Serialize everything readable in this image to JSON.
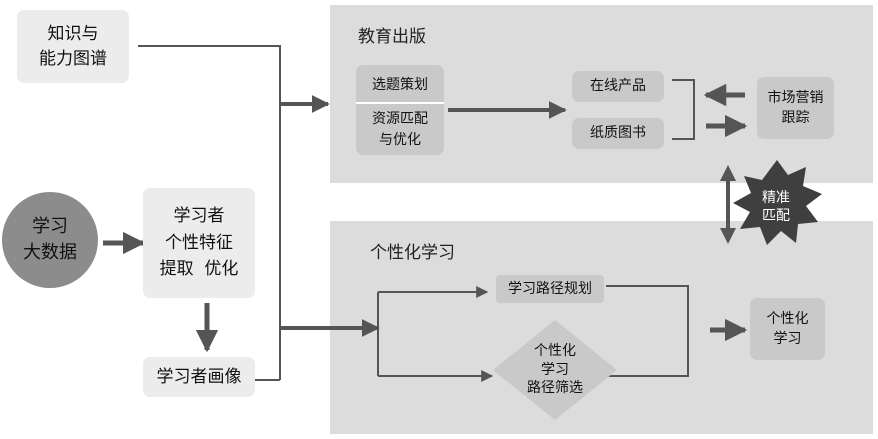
{
  "diagram": {
    "knowledge_map": "知识与\n能力图谱",
    "learner_big_data": "学习\n大数据",
    "learner_features": "学习者\n个性特征\n提取  优化",
    "learner_profile": "学习者画像",
    "publishing": {
      "title": "教育出版",
      "topic_planning": "选题策划",
      "resource_match": "资源匹配\n与优化",
      "online_products": "在线产品",
      "paper_books": "纸质图书",
      "market_tracking": "市场营销\n跟踪"
    },
    "precise_match": "精准\n匹配",
    "personalized": {
      "title": "个性化学习",
      "path_planning": "学习路径规划",
      "path_filter": "个性化\n学习\n路径筛选",
      "output": "个性化\n学习"
    }
  },
  "colors": {
    "panel": "#dcdcdc",
    "light_box": "#ececec",
    "mid_box": "#c9c9c9",
    "circle": "#8c8c8c",
    "arrow": "#555555",
    "burst": "#3f3f3f"
  }
}
